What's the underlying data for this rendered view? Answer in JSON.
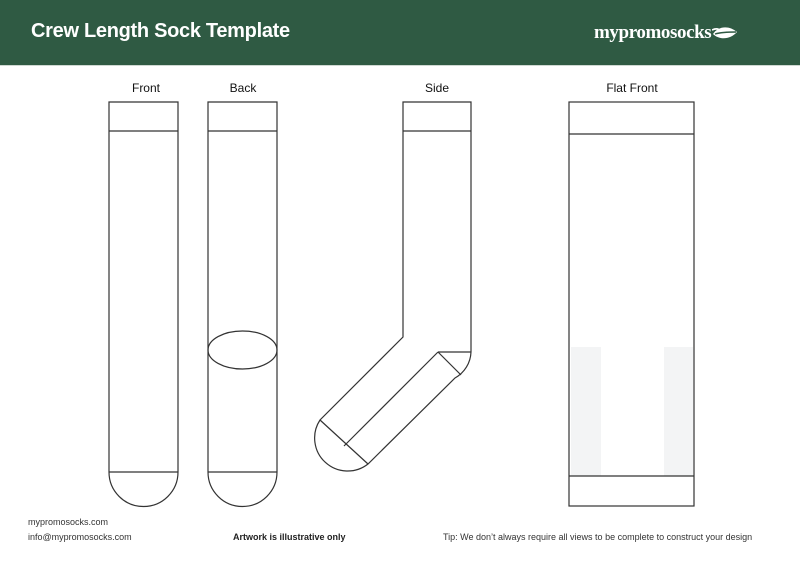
{
  "header": {
    "title": "Crew Length Sock Template",
    "logo_text": "mypromosocks",
    "logo_icon": "leaf-icon",
    "background_color": "#2f5a43"
  },
  "views": [
    {
      "id": "front",
      "label": "Front"
    },
    {
      "id": "back",
      "label": "Back"
    },
    {
      "id": "side",
      "label": "Side"
    },
    {
      "id": "flat_front",
      "label": "Flat Front"
    }
  ],
  "footer": {
    "website": "mypromosocks.com",
    "email": "info@mypromosocks.com",
    "disclaimer": "Artwork is illustrative only",
    "tip": "Tip: We don’t always require all views to be complete to construct your design"
  }
}
